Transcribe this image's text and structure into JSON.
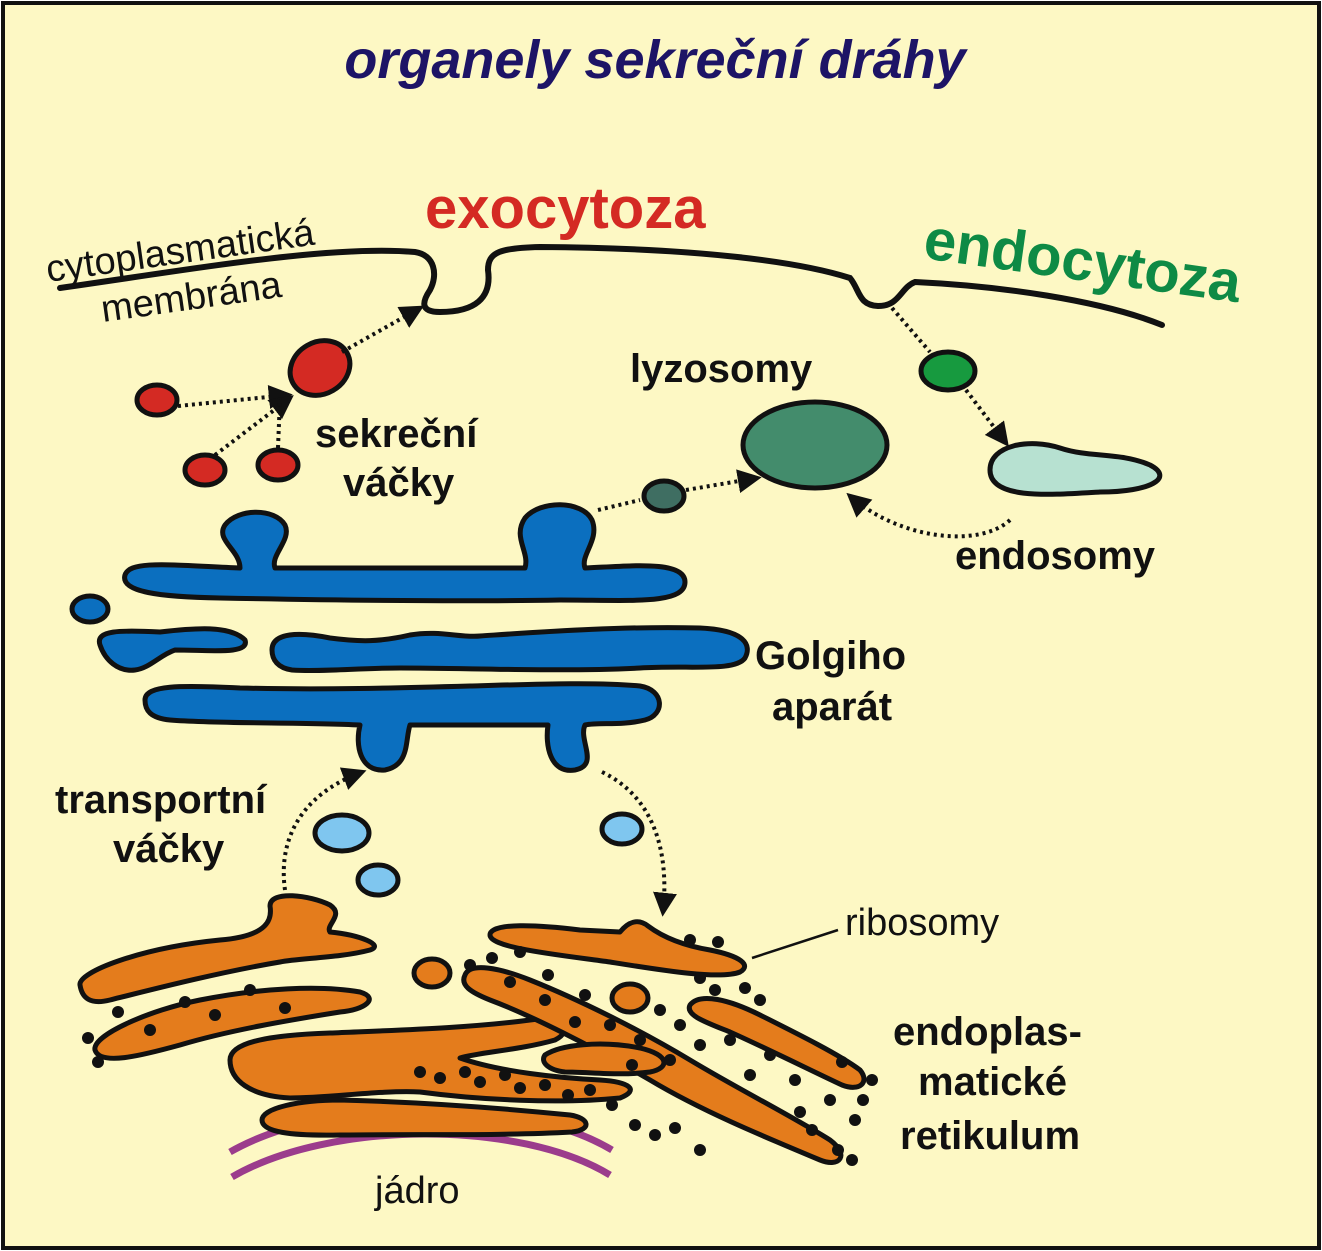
{
  "title": "organely sekreční dráhy",
  "labels": {
    "exocytosis": "exocytoza",
    "endocytosis": "endocytoza",
    "membrane_line1": "cytoplasmatická",
    "membrane_line2": "membrána",
    "lysosomes": "lyzosomy",
    "secretory_line1": "sekreční",
    "secretory_line2": "váčky",
    "endosomes": "endosomy",
    "golgi_line1": "Golgiho",
    "golgi_line2": "aparát",
    "transport_line1": "transportní",
    "transport_line2": "váčky",
    "ribosomes": "ribosomy",
    "er_line1": "endoplas-",
    "er_line2": "matické",
    "er_line3": "retikulum",
    "nucleus": "jádro"
  },
  "colors": {
    "background": "#fdf8c4",
    "title": "#1d1466",
    "exocytosis": "#d42a23",
    "endocytosis": "#0e8a45",
    "golgi": "#0b6fbf",
    "er": "#e47c1c",
    "transport_vesicle": "#7fc6ef",
    "secretory_vesicle": "#d42a23",
    "endocytic_vesicle": "#179a3f",
    "lysosome": "#438c6c",
    "endosome": "#b7e1d1",
    "small_lysosome_vesicle": "#3f6e62",
    "nucleus": "#9b3c8c",
    "ribosome": "#111111"
  }
}
